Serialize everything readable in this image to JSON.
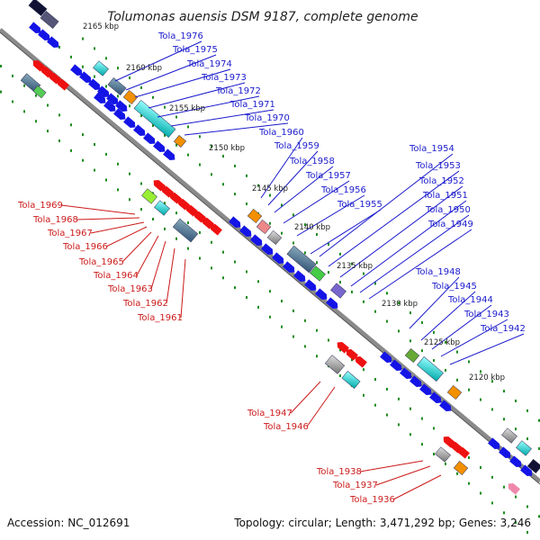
{
  "title": "Tolumonas auensis DSM 9187, complete genome",
  "accession": "Accession: NC_012691",
  "summary": "Topology: circular; Length: 3,471,292 bp; Genes: 3,246",
  "colors": {
    "backbone": "#888888",
    "dots": "#1e8c1e",
    "blue_label": "#1a1acc",
    "red_label": "#cc1a1a",
    "forward": "#1414e6",
    "reverse": "#ee1111"
  },
  "ticks": [
    {
      "label": "2165 kbp"
    },
    {
      "label": "2160 kbp"
    },
    {
      "label": "2155 kbp"
    },
    {
      "label": "2150 kbp"
    },
    {
      "label": "2145 kbp"
    },
    {
      "label": "2140 kbp"
    },
    {
      "label": "2135 kbp"
    },
    {
      "label": "2130 kbp"
    },
    {
      "label": "2125 kbp"
    },
    {
      "label": "2120 kbp"
    }
  ],
  "genes_forward": [
    {
      "label": "Tola_1976"
    },
    {
      "label": "Tola_1975"
    },
    {
      "label": "Tola_1974"
    },
    {
      "label": "Tola_1973"
    },
    {
      "label": "Tola_1972"
    },
    {
      "label": "Tola_1971"
    },
    {
      "label": "Tola_1970"
    },
    {
      "label": "Tola_1960"
    },
    {
      "label": "Tola_1959"
    },
    {
      "label": "Tola_1958"
    },
    {
      "label": "Tola_1957"
    },
    {
      "label": "Tola_1956"
    },
    {
      "label": "Tola_1955"
    },
    {
      "label": "Tola_1954"
    },
    {
      "label": "Tola_1953"
    },
    {
      "label": "Tola_1952"
    },
    {
      "label": "Tola_1951"
    },
    {
      "label": "Tola_1950"
    },
    {
      "label": "Tola_1949"
    },
    {
      "label": "Tola_1948"
    },
    {
      "label": "Tola_1945"
    },
    {
      "label": "Tola_1944"
    },
    {
      "label": "Tola_1943"
    },
    {
      "label": "Tola_1942"
    }
  ],
  "genes_reverse": [
    {
      "label": "Tola_1969"
    },
    {
      "label": "Tola_1968"
    },
    {
      "label": "Tola_1967"
    },
    {
      "label": "Tola_1966"
    },
    {
      "label": "Tola_1965"
    },
    {
      "label": "Tola_1964"
    },
    {
      "label": "Tola_1963"
    },
    {
      "label": "Tola_1962"
    },
    {
      "label": "Tola_1961"
    },
    {
      "label": "Tola_1947"
    },
    {
      "label": "Tola_1946"
    },
    {
      "label": "Tola_1938"
    },
    {
      "label": "Tola_1937"
    },
    {
      "label": "Tola_1936"
    }
  ]
}
